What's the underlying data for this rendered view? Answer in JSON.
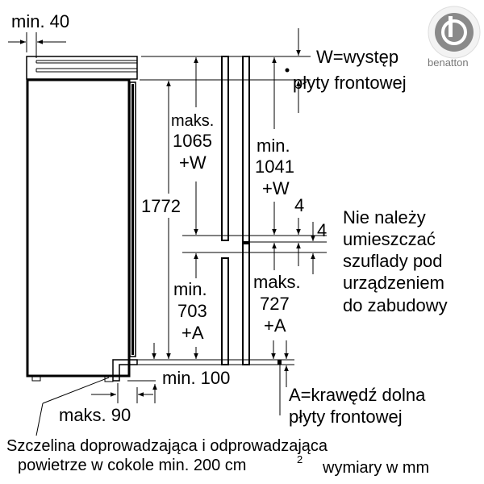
{
  "labels": {
    "min40": "min. 40",
    "w_note_1": "W=występ",
    "w_note_2": "płyty frontowej",
    "maks1065_1": "maks.",
    "maks1065_2": "1065",
    "maks1065_3": "+W",
    "h1772": "1772",
    "min1041_1": "min.",
    "min1041_2": "1041",
    "min1041_3": "+W",
    "gap4a": "4",
    "gap4b": "4",
    "note_1": "Nie należy",
    "note_2": "umieszczać",
    "note_3": "szuflady pod",
    "note_4": "urządzeniem",
    "note_5": "do zabudowy",
    "min703_1": "min.",
    "min703_2": "703",
    "min703_3": "+A",
    "maks727_1": "maks.",
    "maks727_2": "727",
    "maks727_3": "+A",
    "min100": "min. 100",
    "a_note_1": "A=krawędź dolna",
    "a_note_2": "płyty frontowej",
    "maks90": "maks. 90",
    "vent_1": "Szczelina doprowadzająca i odprowadzająca",
    "vent_2": "powietrze w cokole min. 200 cm",
    "vent_sup": "2",
    "units": "wymiary w mm"
  },
  "logo": {
    "text": "benatton"
  }
}
